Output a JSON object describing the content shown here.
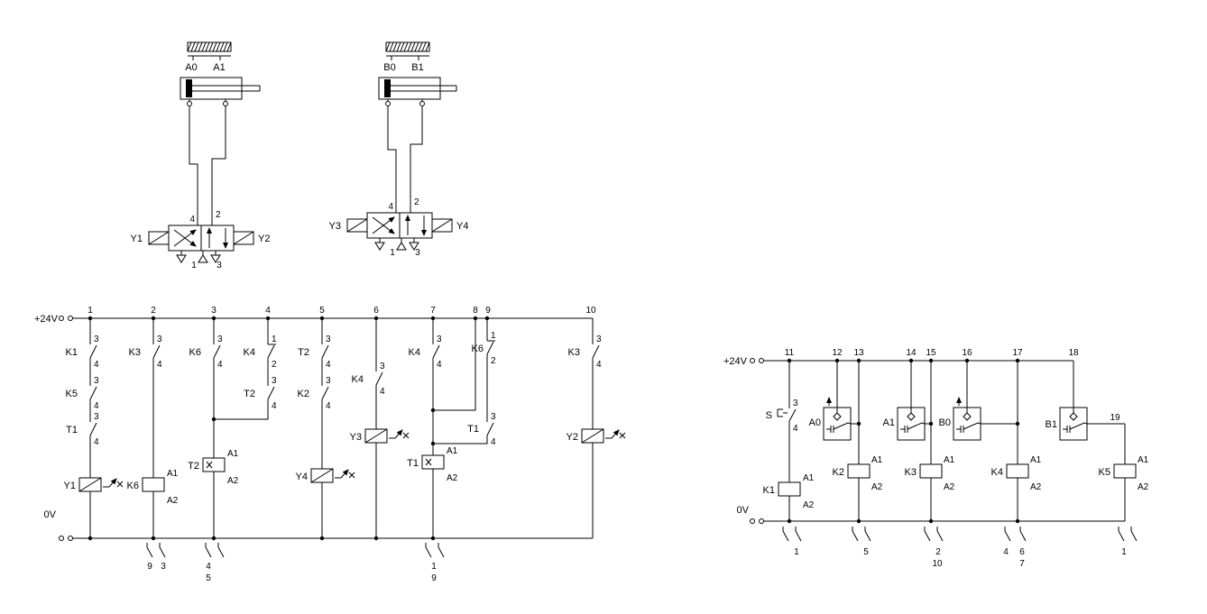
{
  "pneumatics": {
    "cylinder_a": {
      "pos_left": "A0",
      "pos_right": "A1"
    },
    "cylinder_b": {
      "pos_left": "B0",
      "pos_right": "B1"
    },
    "valve_a": {
      "sol_left": "Y1",
      "sol_right": "Y2",
      "port4": "4",
      "port2": "2",
      "port1": "1",
      "port3": "3"
    },
    "valve_b": {
      "sol_left": "Y3",
      "sol_right": "Y4",
      "port4": "4",
      "port2": "2",
      "port1": "1",
      "port3": "3"
    }
  },
  "ladder_left": {
    "supply": "+24V",
    "ground": "0V",
    "columns": [
      "1",
      "2",
      "3",
      "4",
      "5",
      "6",
      "7",
      "8",
      "9",
      "10"
    ],
    "rung1": {
      "c1": {
        "label": "K1",
        "tt": "3",
        "tb": "4"
      },
      "c2": {
        "label": "K5",
        "tt": "3",
        "tb": "4"
      },
      "c3": {
        "label": "T1",
        "tt": "3",
        "tb": "4"
      },
      "coil": {
        "label": "Y1"
      }
    },
    "rung2": {
      "c1": {
        "label": "K3",
        "tt": "3",
        "tb": "4"
      },
      "coil": {
        "label": "K6",
        "tt": "A1",
        "tb": "A2"
      },
      "xref": [
        "9",
        "3"
      ]
    },
    "rung3": {
      "c1": {
        "label": "K6",
        "tt": "3",
        "tb": "4"
      },
      "coil": {
        "label": "T2",
        "tt": "A1",
        "tb": "A2"
      },
      "xref": [
        "4",
        "5"
      ]
    },
    "rung4": {
      "c1": {
        "label": "K4",
        "tt": "1",
        "tb": "2"
      },
      "c2": {
        "label": "T2",
        "tt": "3",
        "tb": "4"
      }
    },
    "rung5": {
      "c1": {
        "label": "T2",
        "tt": "3",
        "tb": "4"
      },
      "c2": {
        "label": "K2",
        "tt": "3",
        "tb": "4"
      },
      "coil": {
        "label": "Y4"
      }
    },
    "rung6": {
      "c1": {
        "label": "K4",
        "tt": "3",
        "tb": "4"
      },
      "coil": {
        "label": "Y3"
      }
    },
    "rung7": {
      "c1": {
        "label": "K4",
        "tt": "3",
        "tb": "4"
      },
      "coil": {
        "label": "T1",
        "tt": "A1",
        "tb": "A2"
      },
      "xref": [
        "1",
        "9"
      ]
    },
    "rung9": {
      "c1": {
        "label": "K6",
        "tt": "1",
        "tb": "2"
      },
      "c2": {
        "label": "T1",
        "tt": "3",
        "tb": "4"
      }
    },
    "rung10": {
      "c1": {
        "label": "K3",
        "tt": "3",
        "tb": "4"
      },
      "coil": {
        "label": "Y2"
      }
    }
  },
  "ladder_right": {
    "supply": "+24V",
    "ground": "0V",
    "columns": [
      "11",
      "12",
      "13",
      "14",
      "15",
      "16",
      "17",
      "18"
    ],
    "rung11": {
      "switch": {
        "label": "S",
        "tt": "3",
        "tb": "4"
      },
      "coil": {
        "label": "K1",
        "tt": "A1",
        "tb": "A2"
      },
      "xref": [
        "1"
      ]
    },
    "rung12": {
      "sensor": "A0",
      "coil": {
        "label": "K2",
        "tt": "A1",
        "tb": "A2"
      },
      "xref": [
        "5"
      ]
    },
    "rung14": {
      "sensor": "A1",
      "coil": {
        "label": "K3",
        "tt": "A1",
        "tb": "A2"
      },
      "xref": [
        "2",
        "10"
      ]
    },
    "rung16": {
      "sensor": "B0",
      "coil": {
        "label": "K4",
        "tt": "A1",
        "tb": "A2"
      },
      "xref": [
        "4",
        "6",
        "7"
      ]
    },
    "rung18": {
      "sensor": "B1",
      "out_wire": "19",
      "coil": {
        "label": "K5",
        "tt": "A1",
        "tb": "A2"
      },
      "xref": [
        "1"
      ]
    }
  }
}
